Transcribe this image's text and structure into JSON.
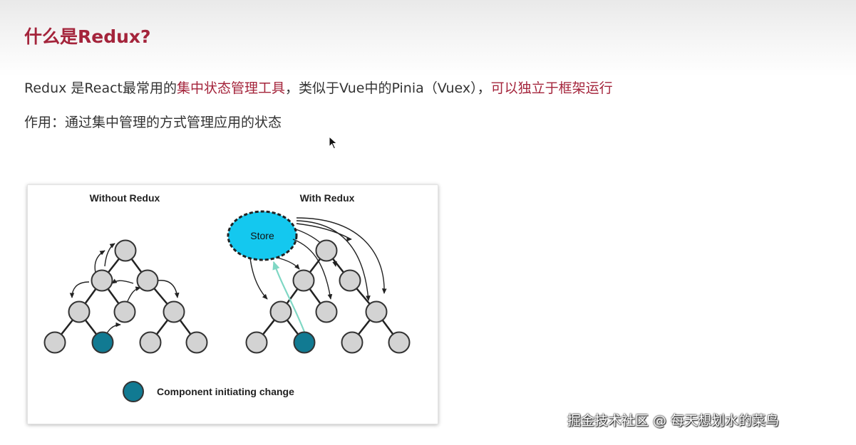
{
  "slide": {
    "title": "什么是Redux?",
    "line1": {
      "part1": "Redux 是React最常用的",
      "highlight1": "集中状态管理工具",
      "part2": "，类似于Vue中的Pinia（Vuex），",
      "highlight2": "可以独立于框架运行"
    },
    "line2": "作用：通过集中管理的方式管理应用的状态",
    "watermark": "掘金技术社区 @ 每天想划水的菜鸟"
  },
  "diagram": {
    "left_title": "Without Redux",
    "right_title": "With Redux",
    "store_label": "Store",
    "legend_label": "Component initiating change",
    "colors": {
      "node_fill": "#d3d3d3",
      "node_stroke": "#333333",
      "initiator_fill": "#117a92",
      "store_fill": "#14c8ef",
      "store_path": "#7fd7c4",
      "title_red": "#a4243b"
    }
  }
}
